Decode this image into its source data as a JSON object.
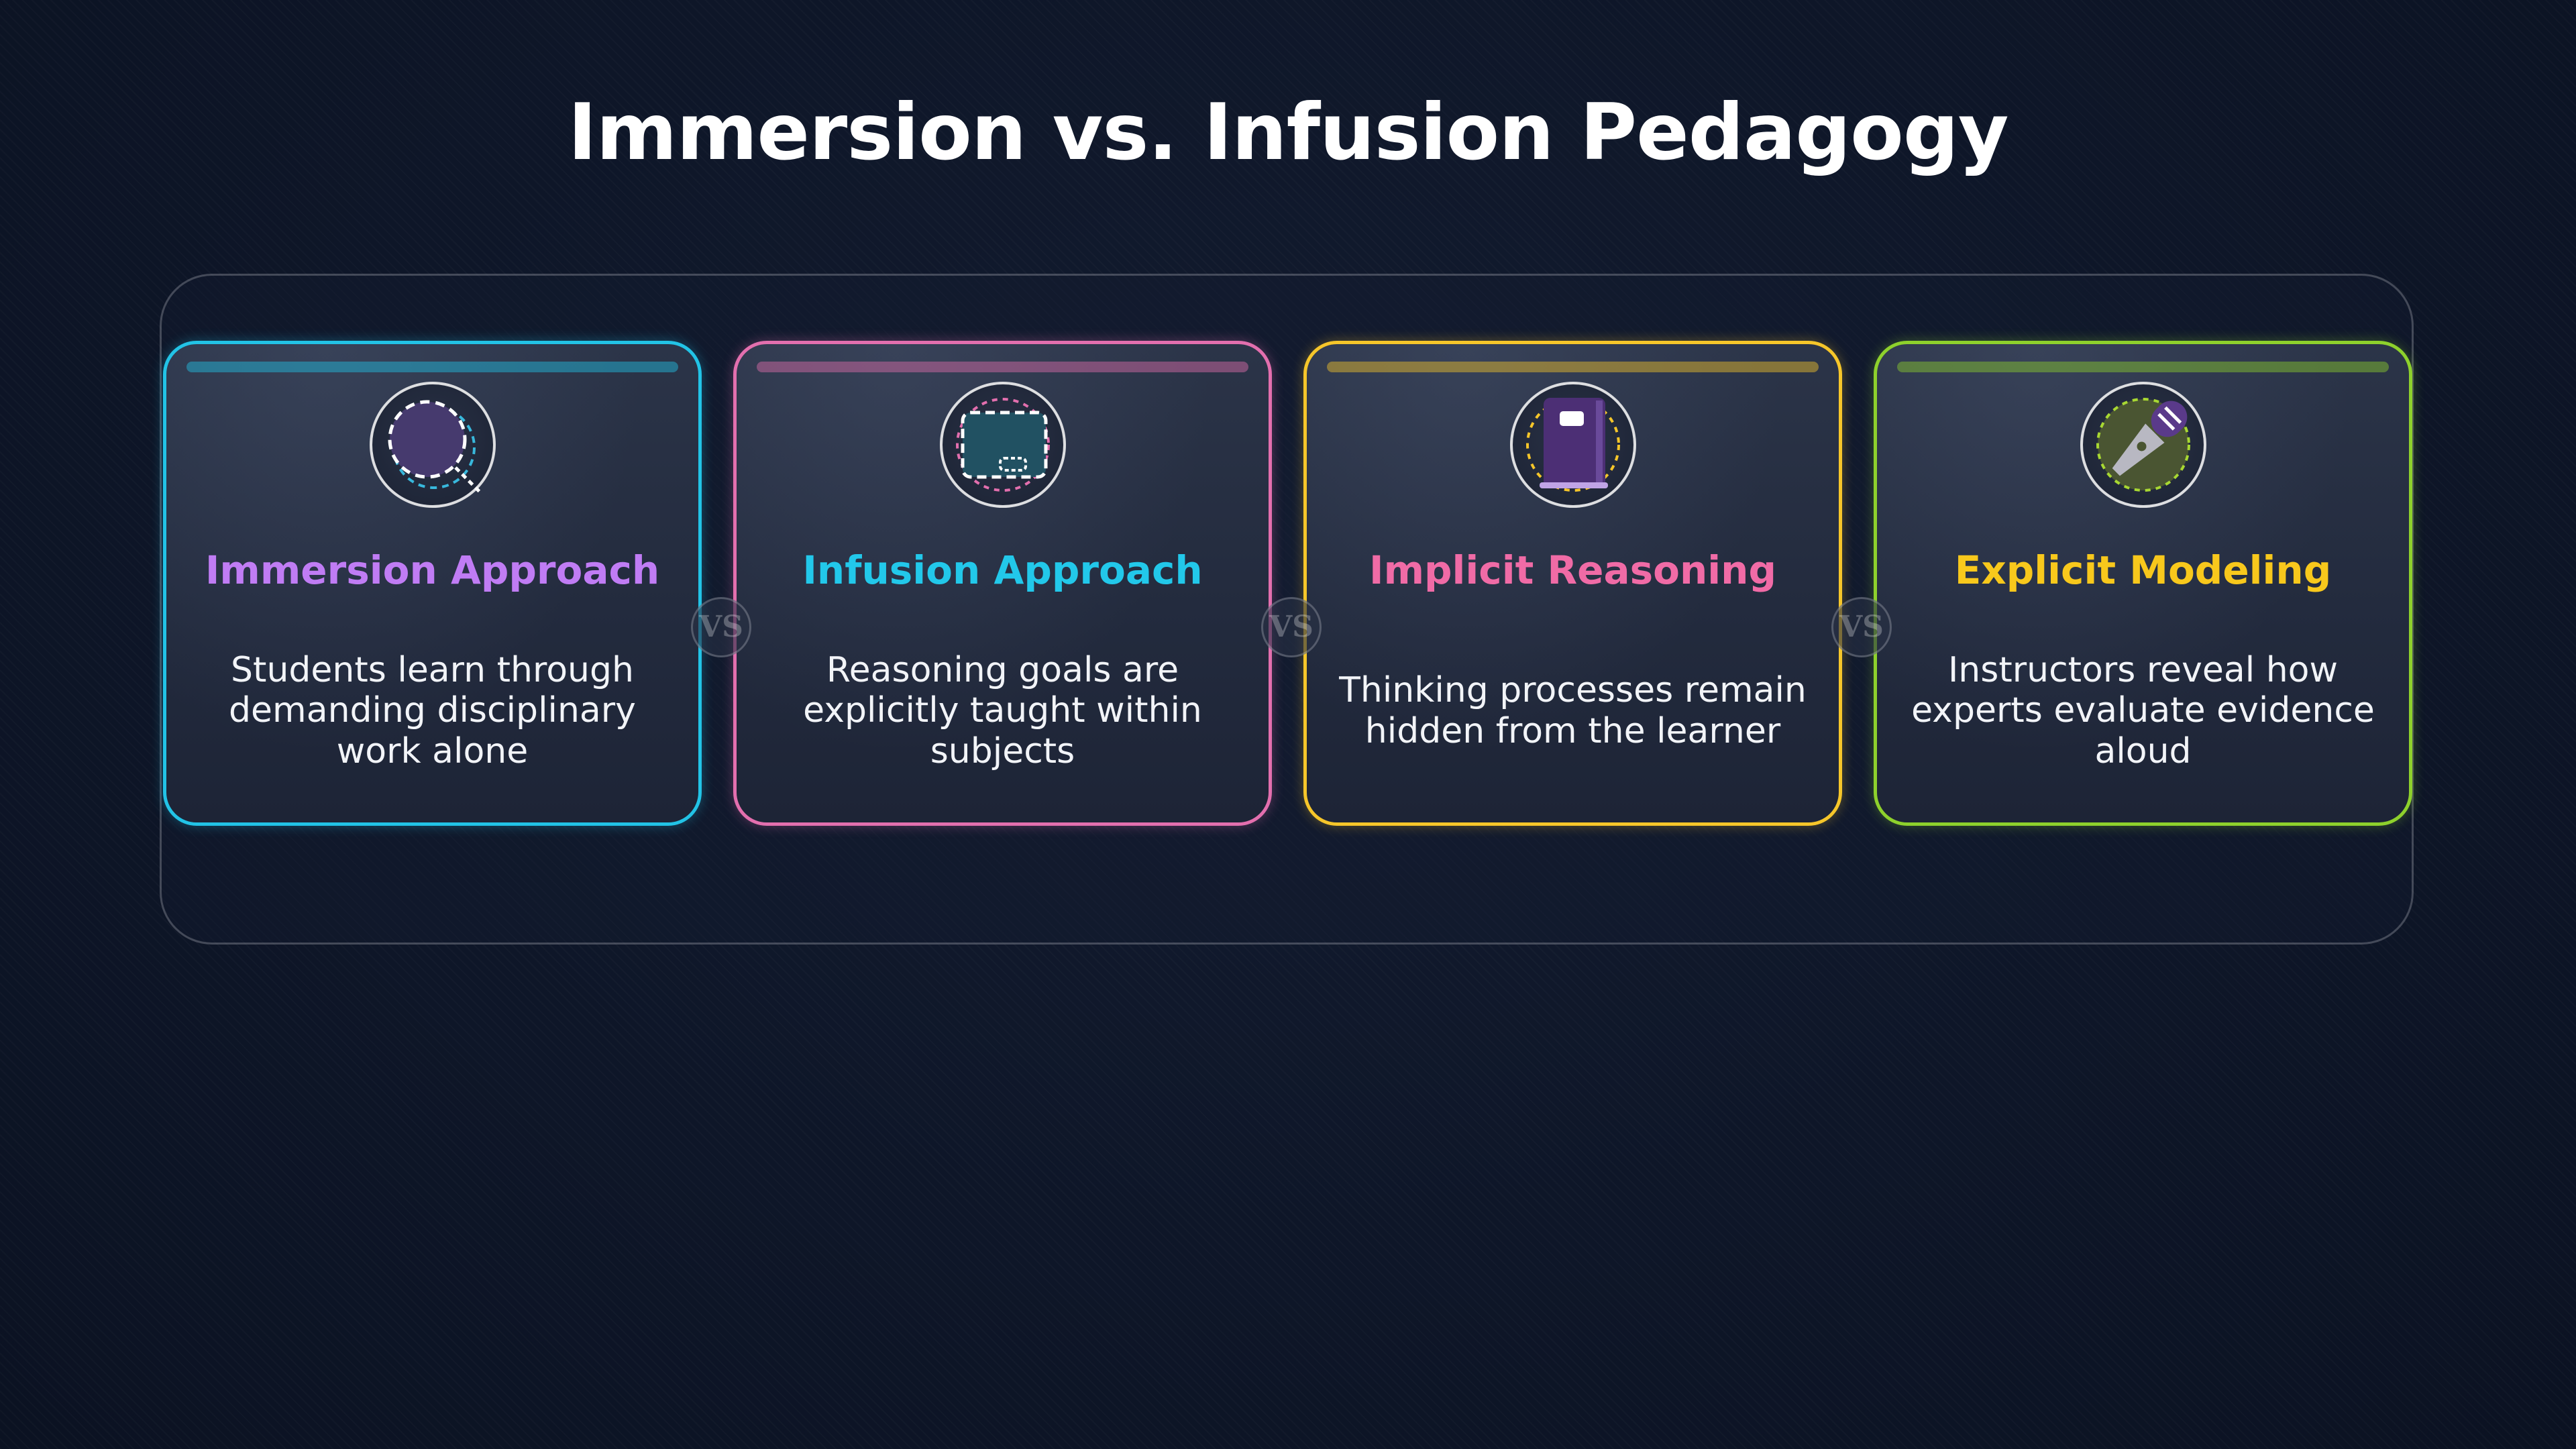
{
  "title": "Immersion vs. Infusion Pedagogy",
  "separator_label": "VS",
  "cards": [
    {
      "heading": "Immersion Approach",
      "description": "Students learn through demanding disciplinary work alone",
      "border_color": "#22c3e6",
      "heading_color": "#c07cf4",
      "icon": "magnifier-icon"
    },
    {
      "heading": "Infusion Approach",
      "description": "Reasoning goals are explicitly taught within subjects",
      "border_color": "#e36fae",
      "heading_color": "#22c8ea",
      "icon": "screen-icon"
    },
    {
      "heading": "Implicit Reasoning",
      "description": "Thinking processes remain hidden from the learner",
      "border_color": "#f6c62a",
      "heading_color": "#f06ba6",
      "icon": "book-icon"
    },
    {
      "heading": "Explicit Modeling",
      "description": "Instructors reveal how experts evaluate evidence aloud",
      "border_color": "#8ed12c",
      "heading_color": "#f8c81c",
      "icon": "microphone-icon"
    }
  ]
}
